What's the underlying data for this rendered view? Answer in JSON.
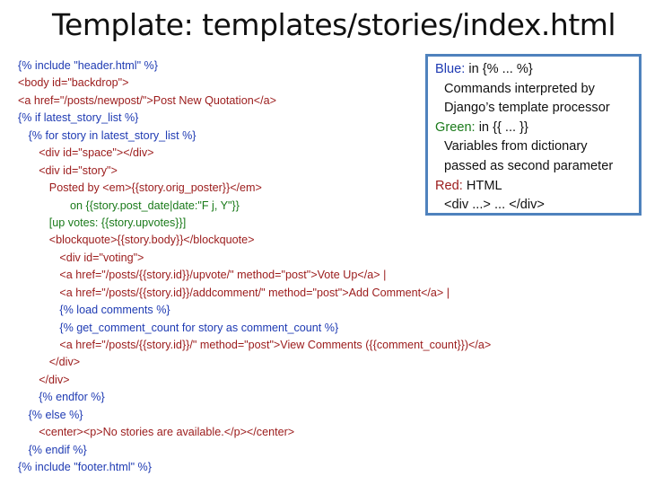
{
  "slide": {
    "title": "Template: templates/stories/index.html"
  },
  "code_lines": [
    {
      "text": "{% include \"header.html\" %}",
      "indent": 0,
      "color": "blue"
    },
    {
      "text": "<body id=\"backdrop\">",
      "indent": 0,
      "color": "red"
    },
    {
      "text": "<a href=\"/posts/newpost/\">Post New Quotation</a>",
      "indent": 0,
      "color": "red"
    },
    {
      "text": "{% if latest_story_list %}",
      "indent": 0,
      "color": "blue"
    },
    {
      "text": "{% for story in latest_story_list %}",
      "indent": 1,
      "color": "blue"
    },
    {
      "text": "<div id=\"space\"></div>",
      "indent": 2,
      "color": "red"
    },
    {
      "text": "<div id=\"story\">",
      "indent": 2,
      "color": "red"
    },
    {
      "text": "Posted by <em>{{story.orig_poster}}</em>",
      "indent": 3,
      "color": "red"
    },
    {
      "text": "on {{story.post_date|date:\"F j, Y\"}}",
      "indent": 5,
      "color": "green"
    },
    {
      "text": "[up votes: {{story.upvotes}}]",
      "indent": 3,
      "color": "green"
    },
    {
      "text": "<blockquote>{{story.body}}</blockquote>",
      "indent": 3,
      "color": "red"
    },
    {
      "text": "<div id=\"voting\">",
      "indent": 4,
      "color": "red"
    },
    {
      "text": "<a href=\"/posts/{{story.id}}/upvote/\" method=\"post\">Vote Up</a> |",
      "indent": 4,
      "color": "red"
    },
    {
      "text": "<a href=\"/posts/{{story.id}}/addcomment/\" method=\"post\">Add Comment</a> |",
      "indent": 4,
      "color": "red"
    },
    {
      "text": "{% load comments %}",
      "indent": 4,
      "color": "blue"
    },
    {
      "text": "{% get_comment_count for story as comment_count %}",
      "indent": 4,
      "color": "blue"
    },
    {
      "text": "<a href=\"/posts/{{story.id}}/\" method=\"post\">View Comments ({{comment_count}})</a>",
      "indent": 4,
      "color": "red"
    },
    {
      "text": "</div>",
      "indent": 3,
      "color": "red"
    },
    {
      "text": "</div>",
      "indent": 2,
      "color": "red"
    },
    {
      "text": "{% endfor %}",
      "indent": 2,
      "color": "blue"
    },
    {
      "text": "{% else %}",
      "indent": 1,
      "color": "blue"
    },
    {
      "text": "<center><p>No stories are available.</p></center>",
      "indent": 2,
      "color": "red"
    },
    {
      "text": "{% endif %}",
      "indent": 1,
      "color": "blue"
    },
    {
      "text": "{% include \"footer.html\" %}",
      "indent": 0,
      "color": "blue"
    }
  ],
  "legend": {
    "blue_label": "Blue:",
    "blue_value": "in {% ... %}",
    "blue_desc_1": "Commands interpreted by",
    "blue_desc_2": "Django’s template processor",
    "green_label": "Green:",
    "green_value": "in {{ ... }}",
    "green_desc_1": "Variables from dictionary",
    "green_desc_2": "passed as second parameter",
    "red_label": "Red:",
    "red_value": "HTML",
    "red_desc": "<div ...> ... </div>"
  },
  "colors": {
    "blue": "#1f3bb3",
    "green": "#1a7a1a",
    "red": "#9b1b1b",
    "legend_border": "#4f82bd"
  }
}
